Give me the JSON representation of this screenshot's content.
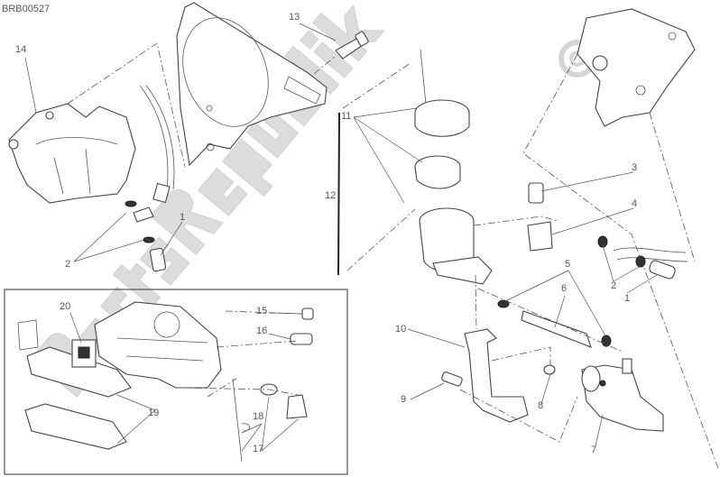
{
  "diagram_code": "BRB00527",
  "watermark": "PartsRepublik",
  "callouts": {
    "c1_left": "1",
    "c2_left": "2",
    "c1_right": "1",
    "c2_right": "2",
    "c3": "3",
    "c4": "4",
    "c5": "5",
    "c6": "6",
    "c7": "7",
    "c8": "8",
    "c9": "9",
    "c10": "10",
    "c11": "11",
    "c12": "12",
    "c13": "13",
    "c14": "14",
    "c15": "15",
    "c16": "16",
    "c17": "17",
    "c18": "18",
    "c19": "19",
    "c20": "20"
  },
  "colors": {
    "line": "#444444",
    "watermark": "#d9d9d9",
    "label": "#555555"
  }
}
